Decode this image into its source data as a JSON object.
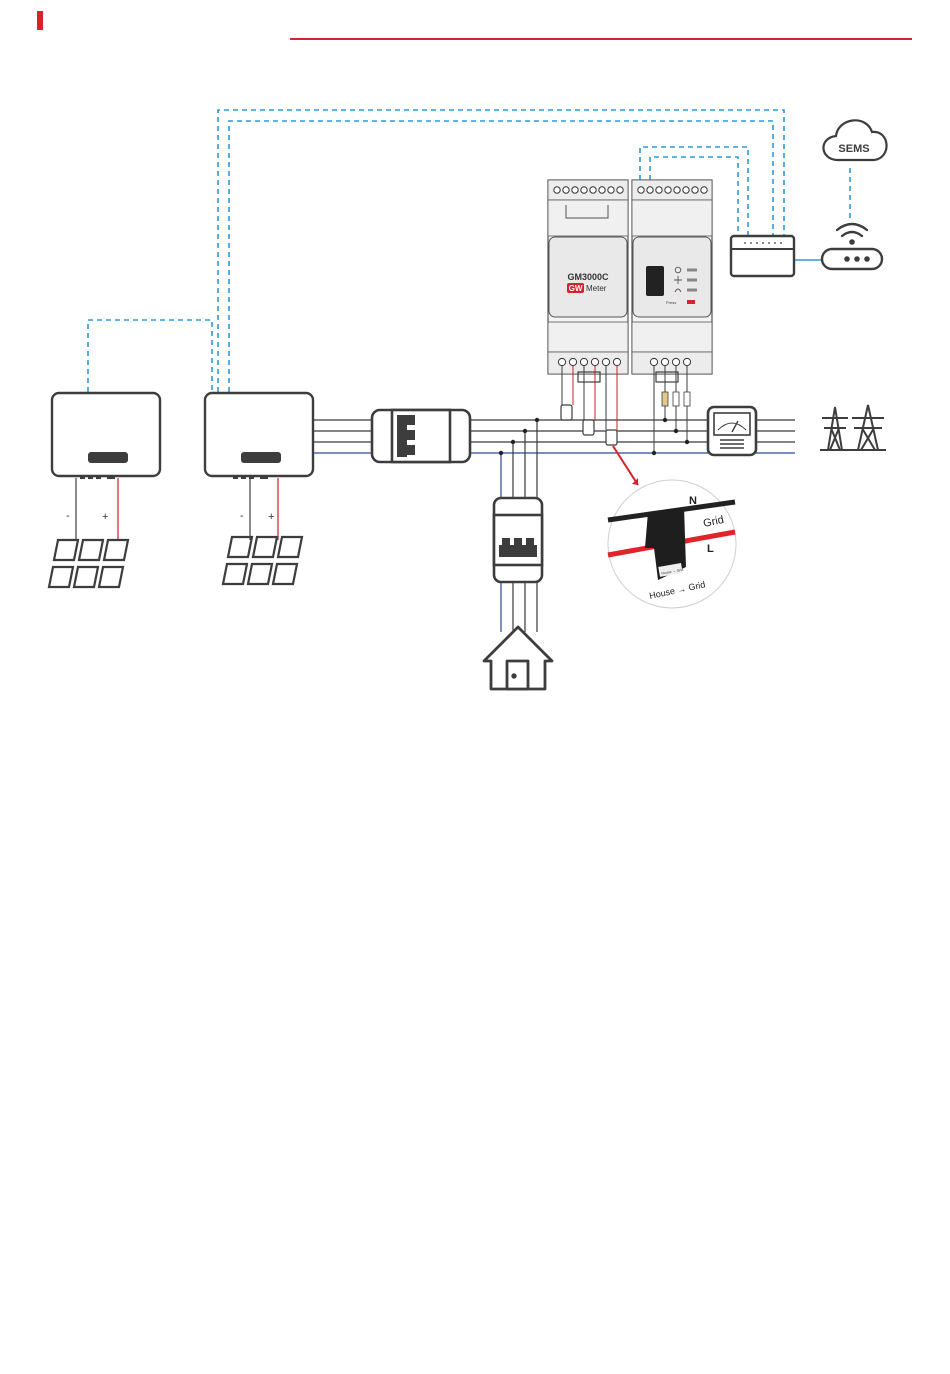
{
  "colors": {
    "brand_red": "#d7222b",
    "dashed_comm": "#2b9ad8",
    "wire_dark": "#3a3a3a",
    "wire_blue": "#2a4a9a",
    "wire_red": "#c8202a",
    "device_stroke": "#3d3d3d"
  },
  "meter": {
    "model": "GM3000C",
    "brand_badge": "GW",
    "brand_suffix": "Meter",
    "button_label": "Press"
  },
  "cloud": {
    "label": "SEMS",
    "icon": "cloud-icon"
  },
  "router": {
    "icon": "wifi-router-icon"
  },
  "dongle": {
    "icon": "communication-module-icon"
  },
  "inverter_1": {
    "terminal_minus": "-",
    "terminal_plus": "+"
  },
  "inverter_2": {
    "terminal_minus": "-",
    "terminal_plus": "+"
  },
  "ct_callout": {
    "neutral": "N",
    "grid": "Grid",
    "live": "L",
    "ct_label": "House → Grid",
    "direction": "House → Grid"
  },
  "icons": {
    "breaker_main": "circuit-breaker-icon",
    "breaker_load": "load-breaker-icon",
    "utility_meter": "utility-meter-icon",
    "grid_tower": "power-tower-icon",
    "house": "house-icon",
    "solar": "solar-panel-icon"
  }
}
